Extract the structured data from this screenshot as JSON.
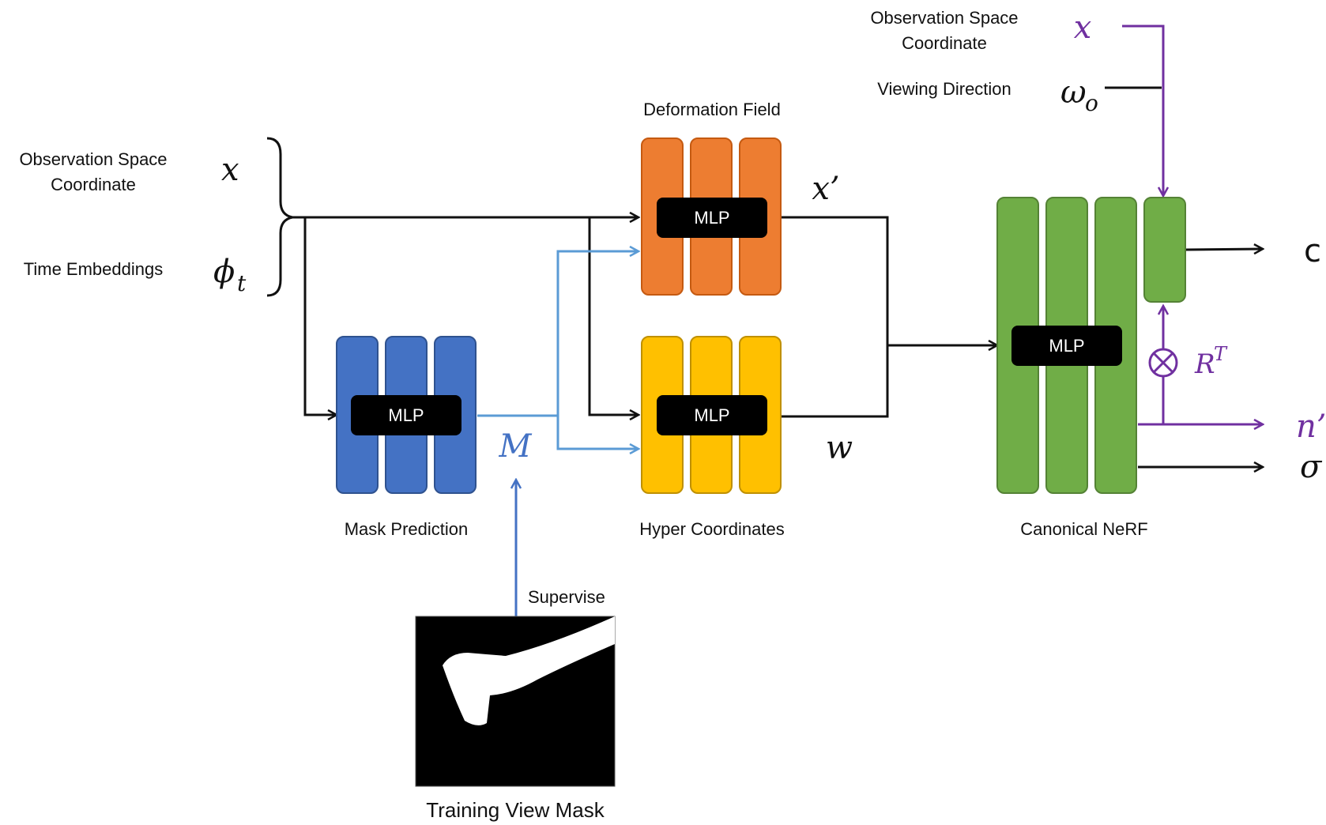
{
  "colors": {
    "black": "#111111",
    "purple": "#7030a0",
    "blue": "#4472c4",
    "blue_light": "#5b9bd5",
    "orange": "#ed7d31",
    "yellow": "#ffc000",
    "green": "#70ad47"
  },
  "inputs": {
    "obs_label_1": "Observation Space",
    "obs_label_2": "Coordinate",
    "obs_symbol": "x",
    "time_label": "Time Embeddings",
    "time_symbol": "ϕ",
    "time_sub": "t"
  },
  "top_inputs": {
    "obs_label_1": "Observation Space",
    "obs_label_2": "Coordinate",
    "obs_symbol": "x",
    "view_label": "Viewing Direction",
    "view_symbol": "ω",
    "view_sub": "o"
  },
  "blocks": {
    "mask_prediction": {
      "title": "Mask Prediction",
      "mlp": "MLP",
      "output": "M"
    },
    "deformation_field": {
      "title": "Deformation Field",
      "mlp": "MLP",
      "output": "x’"
    },
    "hyper_coordinates": {
      "title": "Hyper Coordinates",
      "mlp": "MLP",
      "output": "w"
    },
    "canonical_nerf": {
      "title": "Canonical NeRF",
      "mlp": "MLP"
    }
  },
  "outputs": {
    "color": "c",
    "normal": "n’",
    "density": "σ",
    "rotation": "R",
    "rotation_sup": "T",
    "multiply": "⊗"
  },
  "supervision": {
    "label": "Supervise",
    "image_caption": "Training View Mask"
  }
}
